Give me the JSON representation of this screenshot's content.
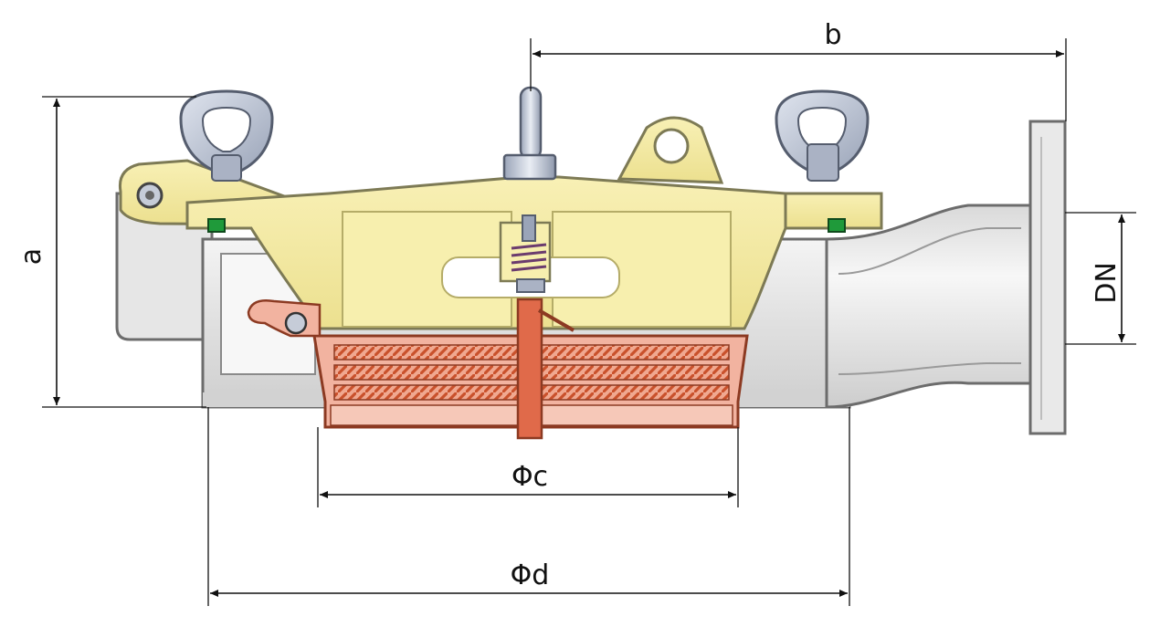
{
  "dimensions": {
    "a": "a",
    "b": "b",
    "dn": "DN",
    "phi_c": "Φc",
    "phi_d": "Φd"
  },
  "colors": {
    "housing": "#e3e3e3",
    "housing_shadow": "#c9c9c9",
    "cover": "#f3eaa3",
    "cover_stroke": "#8a8460",
    "flame_arrester": "#f2b3a0",
    "arrester_coil": "#c9512c",
    "eyebolt": "#b6bfd0",
    "seal": "#1f9a3a"
  }
}
